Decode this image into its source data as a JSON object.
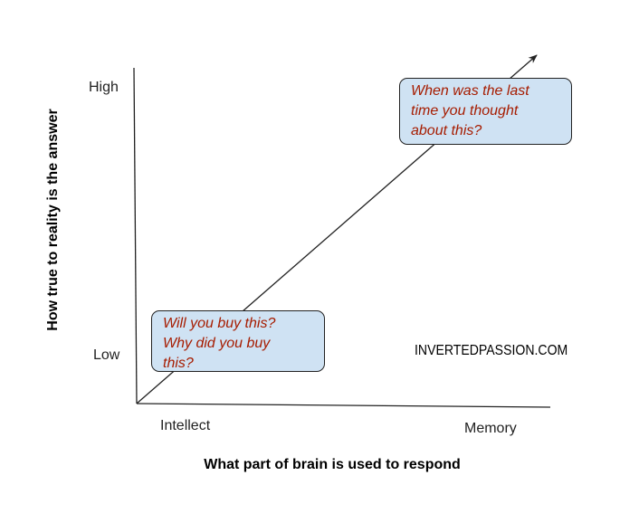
{
  "diagram": {
    "y_axis": {
      "title": "How true to reality is the answer",
      "high_label": "High",
      "low_label": "Low"
    },
    "x_axis": {
      "title": "What part of brain is used to respond",
      "left_label": "Intellect",
      "right_label": "Memory"
    },
    "callouts": {
      "high": "When was the last\ntime you thought\nabout this?",
      "low": "Will you buy this?\nWhy did you buy\nthis?"
    },
    "watermark": "INVERTEDPASSION.COM",
    "colors": {
      "callout_fill": "#cfe2f3",
      "callout_text": "#a61c00",
      "axis_line": "#222222"
    }
  }
}
